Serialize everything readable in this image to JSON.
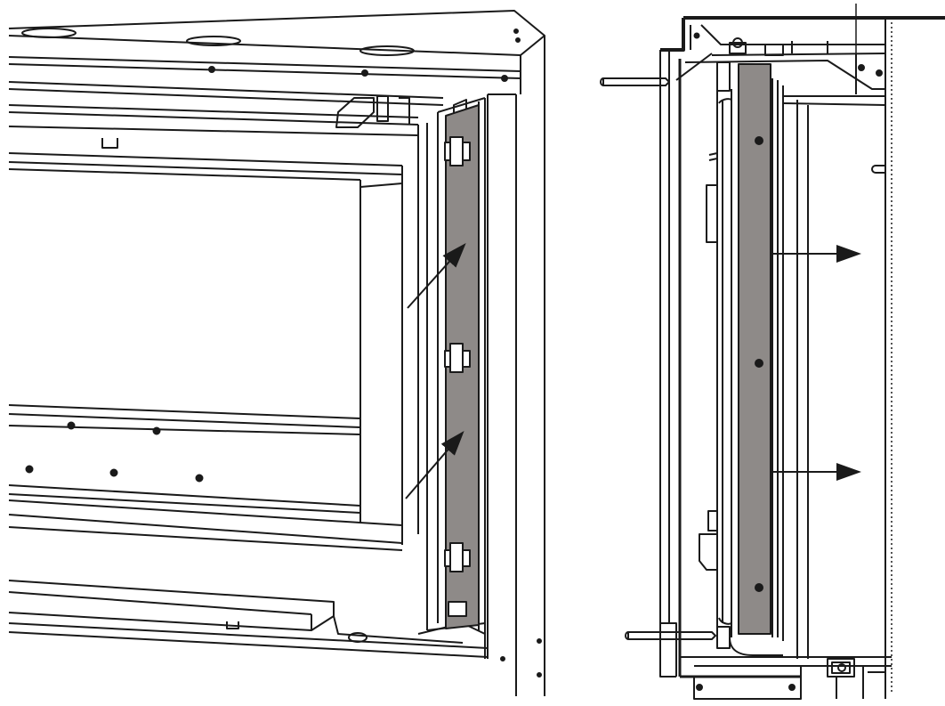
{
  "figure": {
    "panels": [
      {
        "id": "front-view",
        "part": "side-panel"
      },
      {
        "id": "side-view",
        "part": "side-panel"
      }
    ],
    "colors": {
      "line": "#1a1a1a",
      "panel_fill": "#8e8a88",
      "background": "#ffffff",
      "light_fill": "#f4f4f4"
    }
  }
}
